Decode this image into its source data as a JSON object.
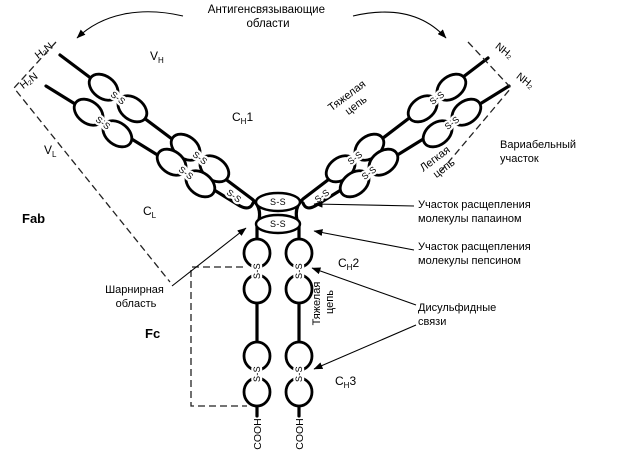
{
  "figure": {
    "title_line1": "Антигенсвязывающие",
    "title_line2": "области"
  },
  "labels": {
    "ss": "S-S",
    "h2n": "H₂N",
    "nh2": "NH₂",
    "cooh": "COOH",
    "fab": "Fab",
    "fc": "Fc",
    "vh": {
      "base": "V",
      "sub": "H"
    },
    "vl": {
      "base": "V",
      "sub": "L"
    },
    "ch1": {
      "base": "C",
      "sub": "H",
      "suffix": "1"
    },
    "cl": {
      "base": "C",
      "sub": "L"
    },
    "ch2": {
      "base": "C",
      "sub": "H",
      "suffix": "2"
    },
    "ch3": {
      "base": "C",
      "sub": "H",
      "suffix": "3"
    },
    "heavy_chain_arm": {
      "line1": "Тяжелая",
      "line2": "цепь"
    },
    "light_chain_arm": {
      "line1": "Легкая",
      "line2": "цепь"
    },
    "heavy_chain_stem": {
      "line1": "Тяжелая",
      "line2": "цепь"
    },
    "variable_region": {
      "line1": "Вариабельный",
      "line2": "участок"
    },
    "hinge_region": {
      "line1": "Шарнирная",
      "line2": "область"
    },
    "papain_site": {
      "line1": "Участок расщепления",
      "line2": "молекулы папаином"
    },
    "pepsin_site": {
      "line1": "Участок расщепления",
      "line2": "молекулы пепсином"
    },
    "disulfide_bonds": {
      "line1": "Дисульфидные",
      "line2": "связи"
    }
  },
  "colors": {
    "line": "#000000",
    "background": "#ffffff",
    "dashed": "#222222"
  }
}
